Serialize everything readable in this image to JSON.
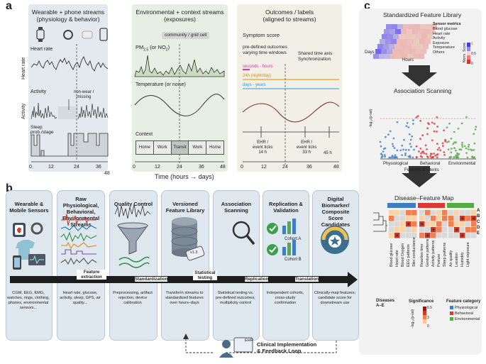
{
  "panel_a": {
    "letter": "a",
    "col1": {
      "title_line1": "Wearable + phone streams",
      "title_line2": "(physiology & behavior)",
      "heart_rate": "Heart rate",
      "activity": "Activity",
      "nonwear_line1": "non-wear /",
      "nonwear_line2": "missing",
      "sleep_line1": "Sleep",
      "sleep_line2": "prob./stage"
    },
    "col2": {
      "title_line1": "Environmental + context streams",
      "title_line2": "(exposures)",
      "badge": "community / grid cell",
      "pm_label": "PM",
      "pm_sub": "2.5",
      "pm_suffix": " (or NO",
      "pm_sub2": "2",
      "pm_end": ")",
      "temperature": "Temperature (or noise)",
      "context": "Context",
      "context_boxes": [
        "Home",
        "Work",
        "Transit",
        "Work",
        "Home"
      ]
    },
    "col3": {
      "title_line1": "Outcomes / labels",
      "title_line2": "(aligned to streams)",
      "symptom": "Symptom score",
      "predef_line1": "pre-defined outcomes",
      "predef_line2": "varying time windows",
      "shared_line1": "Shared time axis",
      "shared_line2": "Synchronization",
      "win_seconds": "seconds - hours",
      "win_24h": "24h (night/day)",
      "win_days": "days - years",
      "ehr1_line1": "EHR /",
      "ehr1_line2": "event ticks",
      "ehr1_val": "14 h",
      "ehr2_line1": "EHR /",
      "ehr2_line2": "event ticks",
      "ehr2_val": "33 h",
      "ehr3_val": "45 h"
    },
    "ticks": [
      "0",
      "12",
      "24",
      "36",
      "48"
    ],
    "xlabel": "Time (hours → days)"
  },
  "panel_b": {
    "letter": "b",
    "stages": [
      {
        "title": "Wearable & Mobile Sensors",
        "desc": "CGM, EEG, EMG, watches, rings, clothing, phones, environmental sensors..."
      },
      {
        "title": "Raw Physiological, Behavioral, Environmental Streams",
        "desc": "Heart rate, glucose, activity, sleep, GPS, air quality..."
      },
      {
        "title": "Quality Control",
        "desc": "Preprocessing, artifact rejection, device calibration"
      },
      {
        "title": "Versioned Feature Library",
        "desc": "Transform streams to standardized features over hours–days"
      },
      {
        "title": "Association Scanning",
        "desc": "Statistical testing vs. pre-defined outcomes; multiplicity control"
      },
      {
        "title": "Replication & Validation",
        "desc": "Independent cohorts, cross-study confirmation"
      },
      {
        "title": "Digital Biomarker/ Composite Score Candidates",
        "desc": "Clinically-map features; candidate score for downstream use"
      }
    ],
    "arrows": [
      "Feature extraction",
      "Standardization",
      "Statistical testing",
      "Replication",
      "Translation"
    ],
    "cohort_a": "Cohort A",
    "cohort_b": "Cohort B",
    "version": "v1.3",
    "ehr": "EHR",
    "feedback_line1": "Clinical Implementation",
    "feedback_line2": "& Feedback Loop"
  },
  "panel_c": {
    "letter": "c",
    "title1": "Standardized Feature Library",
    "metrics_title": "Sensor metrics",
    "metrics": [
      "Blood glucose",
      "Heart rate",
      "Activity",
      "Exposure",
      "Temperature",
      "Others"
    ],
    "score_label": "Norm. Score",
    "score_max": "1",
    "score_mid": "0.5",
    "score_min": "0",
    "days": "Days",
    "hours": "Hours",
    "title2": "Association Scanning",
    "ylabel2": "-log₁₀(p-val)",
    "groups": [
      "Physiological",
      "Behavioral",
      "Environmental"
    ],
    "xlabel2": "Features & latents",
    "title3": "Disease–Feature Map",
    "rows": [
      "A",
      "B",
      "C",
      "D",
      "E"
    ],
    "features": [
      "Blood glucose",
      "Heart rate",
      "Blood Oxygen",
      "EEG patterns",
      "Skin conductance",
      "Reaction time",
      "Gesture patterns",
      "Activity patterns",
      "Posture",
      "Sleep patterns",
      "Air quality",
      "Location",
      "Humidity",
      "Light exposure"
    ],
    "diseases_line1": "Diseases",
    "diseases_line2": "A–E",
    "sig_title": "Significance",
    "sig_axis": "-log₁₀(p-val)",
    "sig_max": "6.5",
    "sig_mid": "3",
    "sig_min": "0",
    "cat_title": "Feature category",
    "categories": [
      "Physiological",
      "Behavioral",
      "Environmental"
    ],
    "colors": {
      "phys": "#3f7fc1",
      "behav": "#d93a35",
      "env": "#58a948"
    }
  }
}
